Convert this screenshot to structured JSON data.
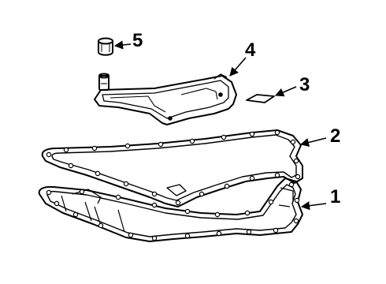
{
  "callouts": {
    "one": "1",
    "two": "2",
    "three": "3",
    "four": "4",
    "five": "5"
  },
  "colors": {
    "line": "#000000",
    "background": "#ffffff"
  }
}
